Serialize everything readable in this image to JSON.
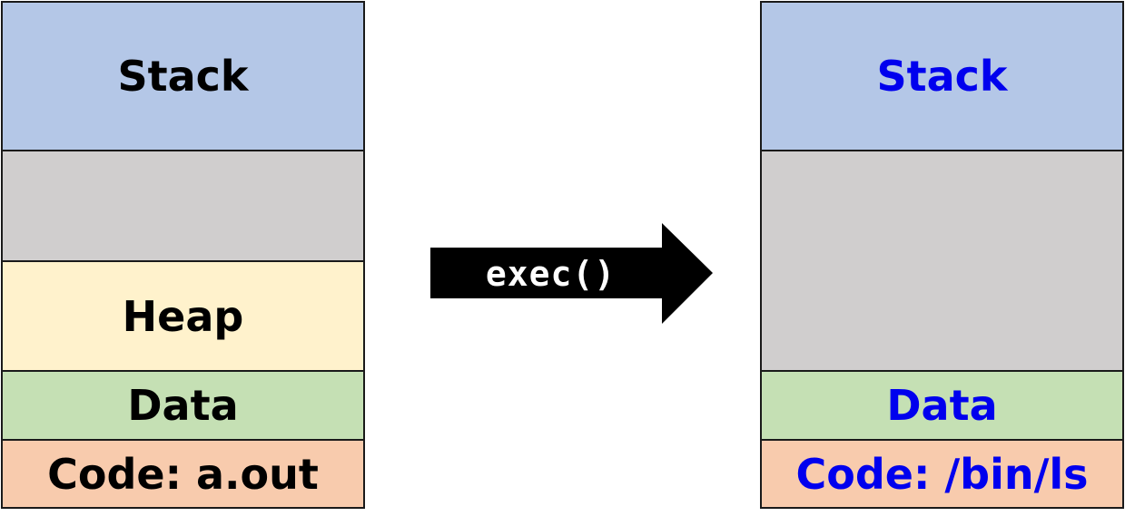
{
  "before": {
    "stack": "Stack",
    "heap": "Heap",
    "data": "Data",
    "code": "Code: a.out"
  },
  "transition": {
    "label": "exec()"
  },
  "after": {
    "stack": "Stack",
    "data": "Data",
    "code": "Code: /bin/ls"
  },
  "colors": {
    "stack": "#b4c7e7",
    "unused": "#d0cece",
    "heap": "#fff2cc",
    "data": "#c5e0b4",
    "code": "#f8cbad",
    "after_text": "#0000ee",
    "arrow": "#000000"
  }
}
